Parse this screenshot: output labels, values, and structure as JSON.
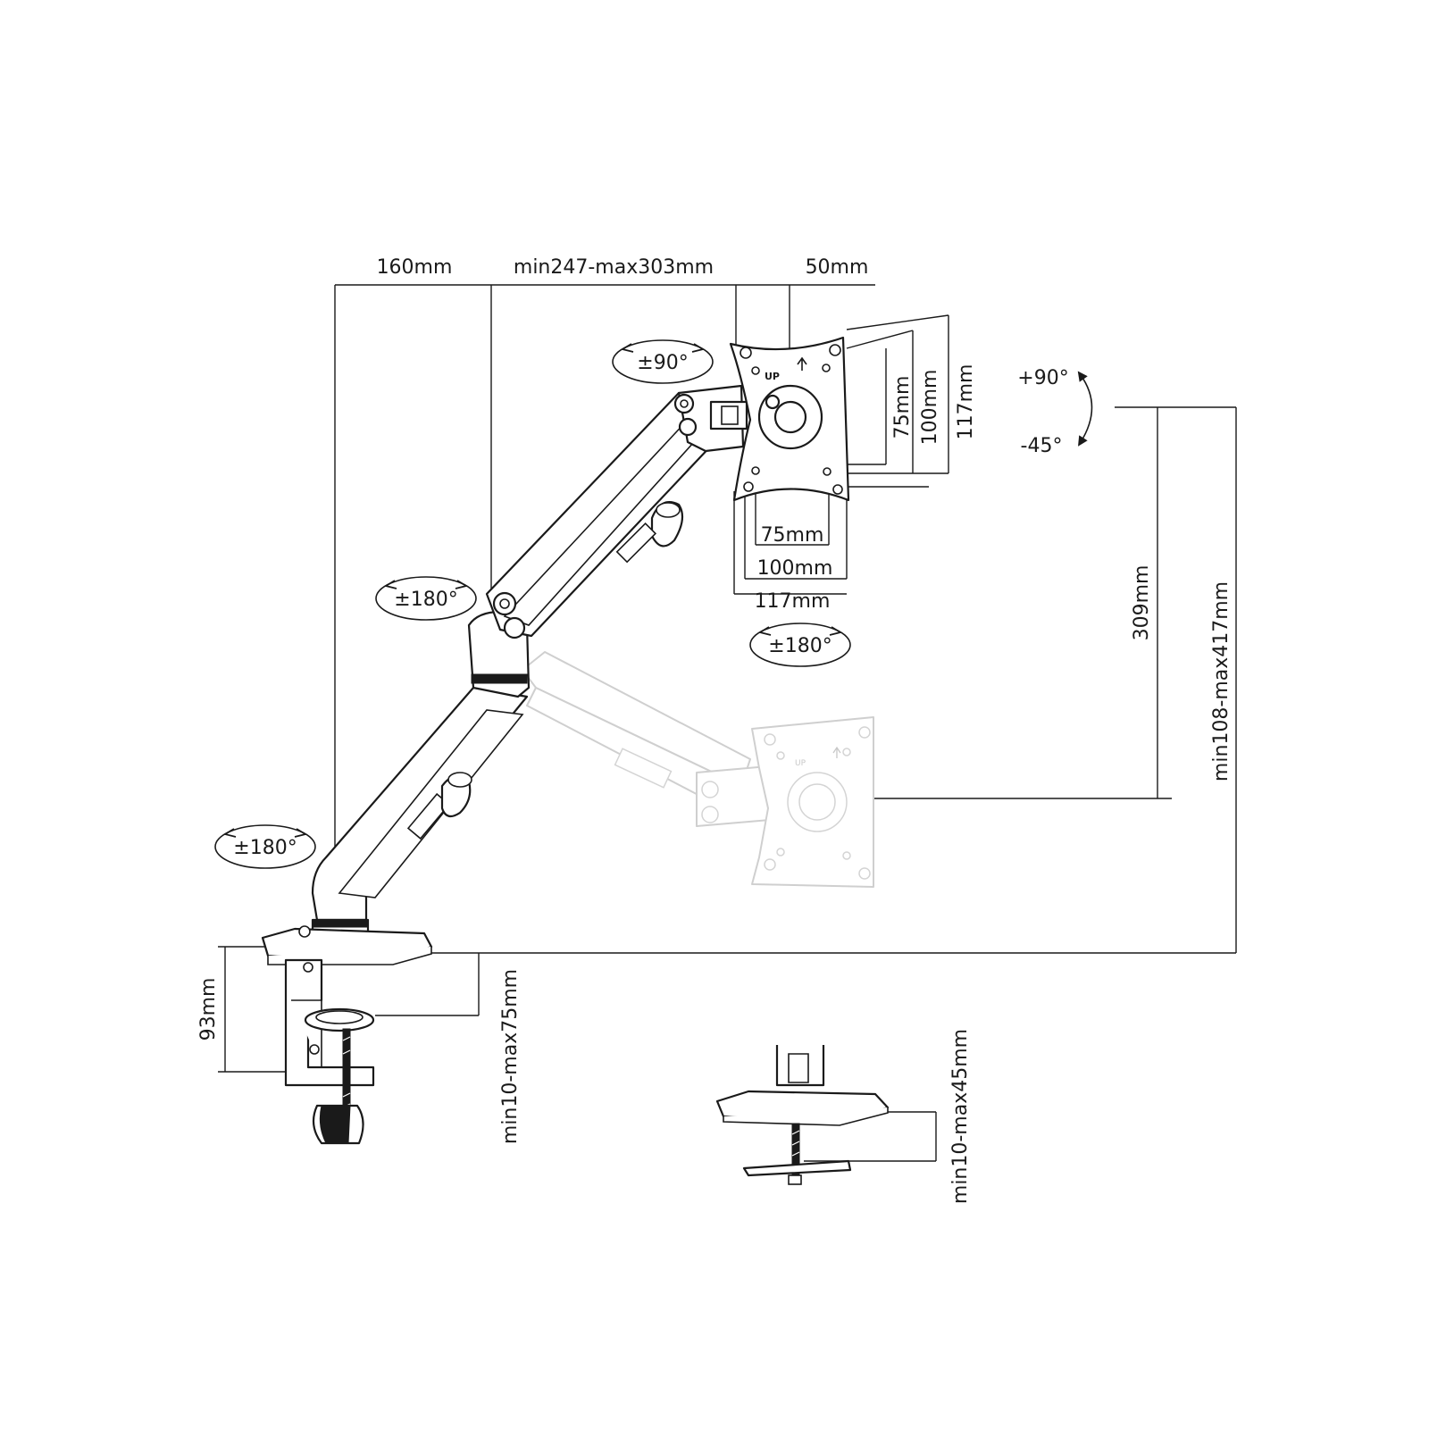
{
  "dimensions": {
    "arm_reach_base": "160mm",
    "arm_reach_range": "min247-max303mm",
    "vesa_offset": "50mm",
    "vesa_h_75": "75mm",
    "vesa_h_100": "100mm",
    "vesa_h_117": "117mm",
    "vesa_v_75": "75mm",
    "vesa_v_100": "100mm",
    "vesa_v_117": "117mm",
    "height_travel": "309mm",
    "height_range": "min108-max417mm",
    "clamp_height": "93mm",
    "clamp_thickness": "min10-max75mm",
    "grommet_thickness": "min10-max45mm"
  },
  "rotations": {
    "head_rotate": "±90°",
    "elbow_rotate": "±180°",
    "plate_rotate": "±180°",
    "base_rotate": "±180°",
    "tilt_up": "+90°",
    "tilt_down": "-45°"
  },
  "labels": {
    "vesa_up": "UP",
    "ghost_vesa_up": "UP"
  }
}
